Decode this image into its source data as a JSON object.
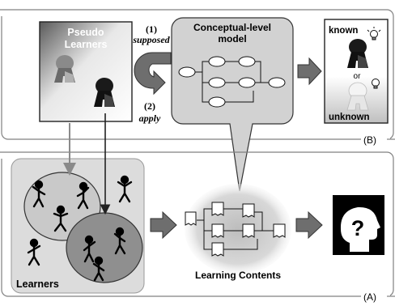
{
  "panel_b": {
    "label": "(B)",
    "pseudo_learners": {
      "line1": "Pseudo",
      "line2": "Learners"
    },
    "step1": {
      "num": "(1)",
      "word": "supposed"
    },
    "step2": {
      "num": "(2)",
      "word": "apply"
    },
    "model": {
      "line1": "Conceptual-level",
      "line2": "model"
    },
    "result": {
      "known": "known",
      "or": "or",
      "unknown": "unknown"
    }
  },
  "panel_a": {
    "label": "(A)",
    "learners": "Learners",
    "learning_contents": "Learning Contents",
    "question_mark": "?"
  },
  "colors": {
    "panel_border": "#808080",
    "arrow_fill": "#6e6e6e",
    "callout_fill": "#d2d2d2",
    "learner_panel_fill": "#dcdcdc"
  }
}
